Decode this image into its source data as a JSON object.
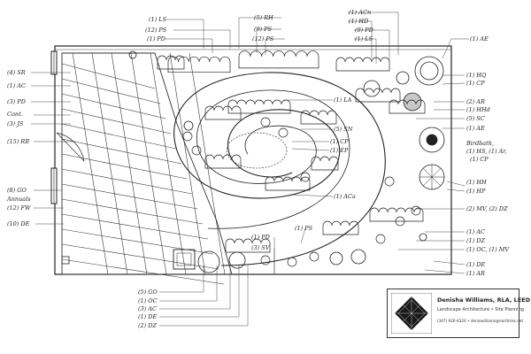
{
  "labels": {
    "top": [
      "(1) LS",
      "(12) PS",
      "(1) PD",
      "(5) RH",
      "(9) PS",
      "(12) PS",
      "(1) ACn",
      "(1) HD",
      "(9) PD",
      "(1) LS",
      "(1) AE"
    ],
    "left": [
      "(4) SR",
      "(1) AC",
      "(3) PD",
      "Cont.",
      "(3) JS",
      "(15) RB",
      "(8) GO",
      "Annuals",
      "(12) FW",
      "(10) DE"
    ],
    "right": [
      "(1) HQ",
      "(1) CP",
      "(2) AR",
      "(1) HHd",
      "(5) SC",
      "(1) AE",
      "Birdbath,",
      "(1) HS, (1) Ar,",
      "(1) CP",
      "(1) HH",
      "(1) HP",
      "(2) MV, (2) DZ",
      "(1) AC",
      "(1) DZ",
      "(1) OC, (1) MV",
      "(1) DE",
      "(1) AR"
    ],
    "inner": [
      "(1) LA",
      "(5) SN",
      "(1) CP",
      "(1) EP",
      "(1) ACa",
      "(1) PD",
      "(3) SV",
      "(1) PS"
    ],
    "bottom": [
      "(5) GO",
      "(1) OC",
      "(3) AC",
      "(1) DE",
      "(2) DZ"
    ]
  },
  "title_block": {
    "name": "Denisha Williams, RLA, LEED AP",
    "subtitle": "Landscape Architecture • Site Planning",
    "contact": "(347) 926-6324 • deniswilliams@earthlink.net"
  }
}
